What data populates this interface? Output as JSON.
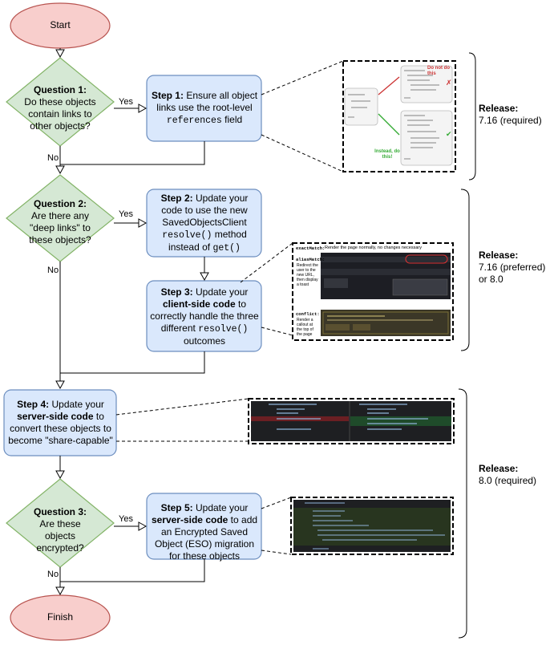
{
  "nodes": {
    "start": "Start",
    "finish": "Finish",
    "q1": {
      "title": "Question 1:",
      "text": "Do these objects contain links to other objects?"
    },
    "q2": {
      "title": "Question 2:",
      "text": "Are there any \"deep links\" to these objects?"
    },
    "q3": {
      "title": "Question 3:",
      "text": "Are these objects encrypted?"
    },
    "s1": {
      "title": "Step 1:",
      "pre": "Ensure all object links use the root-level",
      "code": "references",
      "post": "field"
    },
    "s2": {
      "title": "Step 2:",
      "pre": "Update your code to use the new SavedObjectsClient",
      "code": "resolve()",
      "mid": "method instead of",
      "code2": "get()"
    },
    "s3": {
      "title": "Step 3:",
      "pre": "Update your",
      "bold": "client-side code",
      "post": "to correctly handle the three different",
      "code": "resolve()",
      "tail": "outcomes"
    },
    "s4": {
      "title": "Step 4:",
      "pre": "Update your",
      "bold": "server-side code",
      "post": "to convert these objects to become \"share-capable\""
    },
    "s5": {
      "title": "Step 5:",
      "pre": "Update your",
      "bold": "server-side code",
      "post": "to add an Encrypted Saved Object (ESO) migration for these objects"
    }
  },
  "edges": {
    "yes": "Yes",
    "no": "No"
  },
  "releases": [
    {
      "title": "Release:",
      "text": "7.16 (required)"
    },
    {
      "title": "Release:",
      "text": "7.16 (preferred) or 8.0"
    },
    {
      "title": "Release:",
      "text": "8.0 (required)"
    }
  ],
  "screenshots": {
    "s1_dont": "Do not do this",
    "s1_do": "Instead, do this!",
    "s3_exact": "exactMatch:",
    "s3_exact_desc": "Render the page normally, no changes necessary",
    "s3_alias": "aliasMatch:",
    "s3_alias_desc": "Redirect the user to the new URL, then display a toast",
    "s3_conflict": "conflict:",
    "s3_conflict_desc": "Render a callout at the top of the page"
  },
  "colors": {
    "terminal_fill": "#f8cecc",
    "terminal_stroke": "#b85450",
    "decision_fill": "#d5e8d4",
    "decision_stroke": "#82b366",
    "step_fill": "#dae8fc",
    "step_stroke": "#6c8ebf"
  }
}
